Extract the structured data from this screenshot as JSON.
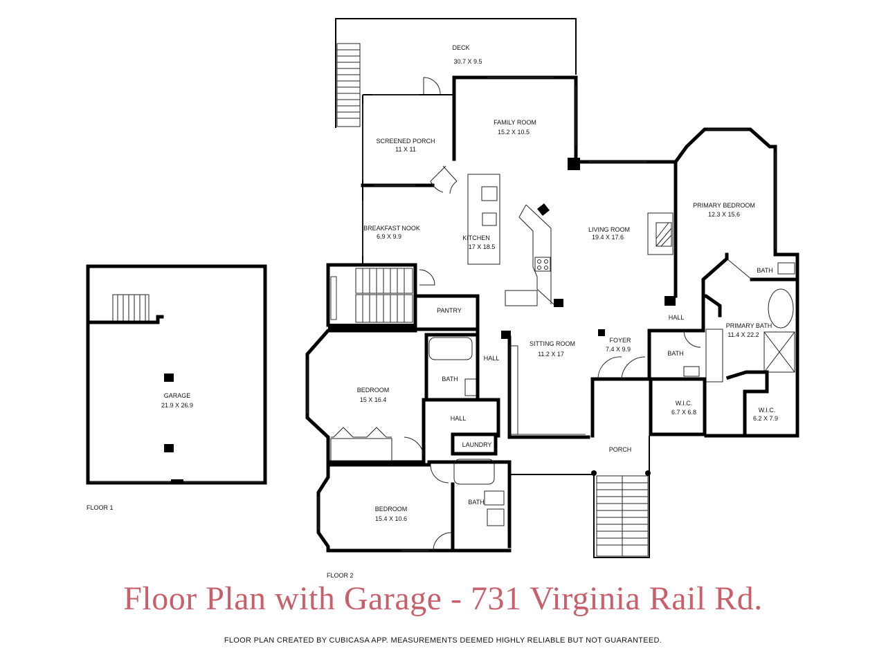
{
  "title": "Floor Plan with Garage - 731 Virginia Rail Rd.",
  "disclaimer": "FLOOR PLAN CREATED BY CUBICASA APP. MEASUREMENTS DEEMED HIGHLY RELIABLE BUT NOT GUARANTEED.",
  "floors": {
    "floor1": "FLOOR 1",
    "floor2": "FLOOR 2"
  },
  "rooms": {
    "deck": {
      "name": "DECK",
      "dims": "30.7 X 9.5"
    },
    "family_room": {
      "name": "FAMILY ROOM",
      "dims": "15.2 X 10.5"
    },
    "screened_porch": {
      "name": "SCREENED PORCH",
      "dims": "11 X 11"
    },
    "breakfast_nook": {
      "name": "BREAKFAST NOOK",
      "dims": "6.9 X 9.9"
    },
    "kitchen": {
      "name": "KITCHEN",
      "dims": "17 X 18.5"
    },
    "living_room": {
      "name": "LIVING ROOM",
      "dims": "19.4 X 17.6"
    },
    "primary_bedroom": {
      "name": "PRIMARY BEDROOM",
      "dims": "12.3 X 15.6"
    },
    "pantry": {
      "name": "PANTRY"
    },
    "bath_primary_wc": {
      "name": "BATH"
    },
    "hall_main": {
      "name": "HALL"
    },
    "primary_bath": {
      "name": "PRIMARY BATH",
      "dims": "11.4 X 22.2"
    },
    "sitting_room": {
      "name": "SITTING ROOM",
      "dims": "11.2 X 17"
    },
    "foyer": {
      "name": "FOYER",
      "dims": "7.4 X 9.9"
    },
    "bath_foyer": {
      "name": "BATH"
    },
    "hall_bedrooms": {
      "name": "HALL"
    },
    "bath_bedroom1": {
      "name": "BATH"
    },
    "bedroom1": {
      "name": "BEDROOM",
      "dims": "15 X 16.4"
    },
    "wic1": {
      "name": "W.I.C.",
      "dims": "6.7 X 6.8"
    },
    "wic2": {
      "name": "W.I.C.",
      "dims": "6.2 X 7.9"
    },
    "hall_lower": {
      "name": "HALL"
    },
    "laundry": {
      "name": "LAUNDRY"
    },
    "porch": {
      "name": "PORCH"
    },
    "bath_bedroom2": {
      "name": "BATH"
    },
    "bedroom2": {
      "name": "BEDROOM",
      "dims": "15.4 X 10.6"
    },
    "garage": {
      "name": "GARAGE",
      "dims": "21.9 X 26.9"
    }
  },
  "colors": {
    "title": "#c95f6a",
    "walls": "#000000"
  }
}
